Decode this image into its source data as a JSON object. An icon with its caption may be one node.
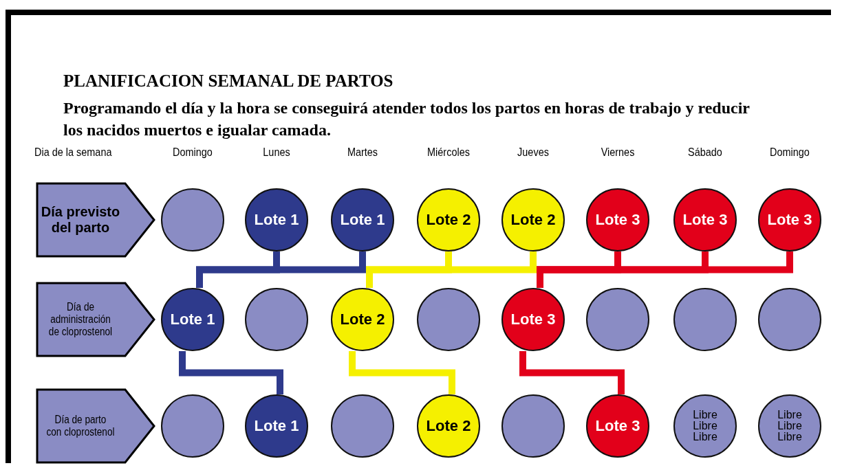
{
  "diagram": {
    "title": "PLANIFICACION SEMANAL DE PARTOS",
    "nodes": [
      {
        "text": [
          "Día previsto del parto"
        ]
      },
      {
        "text": [],
        "shape": "circle"
      },
      {
        "text": [
          "Lote 1"
        ]
      },
      {
        "text": [
          "Lote 1"
        ]
      },
      {
        "text": [
          "Lote 2"
        ]
      },
      {
        "text": [
          "Lote 2"
        ]
      },
      {
        "text": [
          "Lote 3"
        ]
      },
      {
        "text": [
          "Lote 3"
        ]
      },
      {
        "text": [
          "Lote 3"
        ]
      },
      {
        "text": [
          "Día de administración de cloprostenol"
        ]
      },
      {
        "text": [
          "Lote 1"
        ]
      },
      {
        "text": [],
        "shape": "circle"
      },
      {
        "text": [
          "Lote 2"
        ]
      },
      {
        "text": [],
        "shape": "circle"
      },
      {
        "text": [
          "Lote 3"
        ]
      },
      {
        "text": [],
        "shape": "circle"
      },
      {
        "text": [],
        "shape": "circle"
      },
      {
        "text": [],
        "shape": "circle"
      },
      {
        "text": [
          "Día de parto con cloprostenol"
        ]
      },
      {
        "text": [],
        "shape": "circle"
      },
      {
        "text": [
          "Lote 1"
        ]
      },
      {
        "text": [],
        "shape": "circle"
      },
      {
        "text": [
          "Lote 2"
        ]
      },
      {
        "text": [],
        "shape": "circle"
      },
      {
        "text": [
          "Lote 3"
        ]
      },
      {
        "text": [
          "Libre Libre Libre"
        ]
      },
      {
        "text": [
          "Libre Libre Libre"
        ]
      }
    ],
    "edges": [
      {
        "from": 2,
        "to": 10,
        "arrow": "none",
        "color": "#2e3a8c"
      },
      {
        "from": 3,
        "to": 10,
        "arrow": "none",
        "color": "#2e3a8c"
      },
      {
        "from": 4,
        "to": 12,
        "arrow": "none",
        "color": "#f5f000"
      },
      {
        "from": 5,
        "to": 12,
        "arrow": "none",
        "color": "#f5f000"
      },
      {
        "from": 6,
        "to": 14,
        "arrow": "none",
        "color": "#e2001a"
      },
      {
        "from": 7,
        "to": 14,
        "arrow": "none",
        "color": "#e2001a"
      },
      {
        "from": 8,
        "to": 14,
        "arrow": "none",
        "color": "#e2001a"
      },
      {
        "from": 10,
        "to": 20,
        "arrow": "none",
        "color": "#2e3a8c"
      },
      {
        "from": 12,
        "to": 22,
        "arrow": "none",
        "color": "#f5f000"
      },
      {
        "from": 14,
        "to": 24,
        "arrow": "none",
        "color": "#e2001a"
      }
    ],
    "labels": [
      "Programando el día y la hora se conseguirá atender todos los partos en horas de trabajo y reducir los nacidos muertos e igualar camada.",
      "Dia de la semana",
      "Domingo",
      "Lunes",
      "Martes",
      "Miércoles",
      "Jueves",
      "Viernes",
      "Sábado",
      "Domingo"
    ]
  }
}
